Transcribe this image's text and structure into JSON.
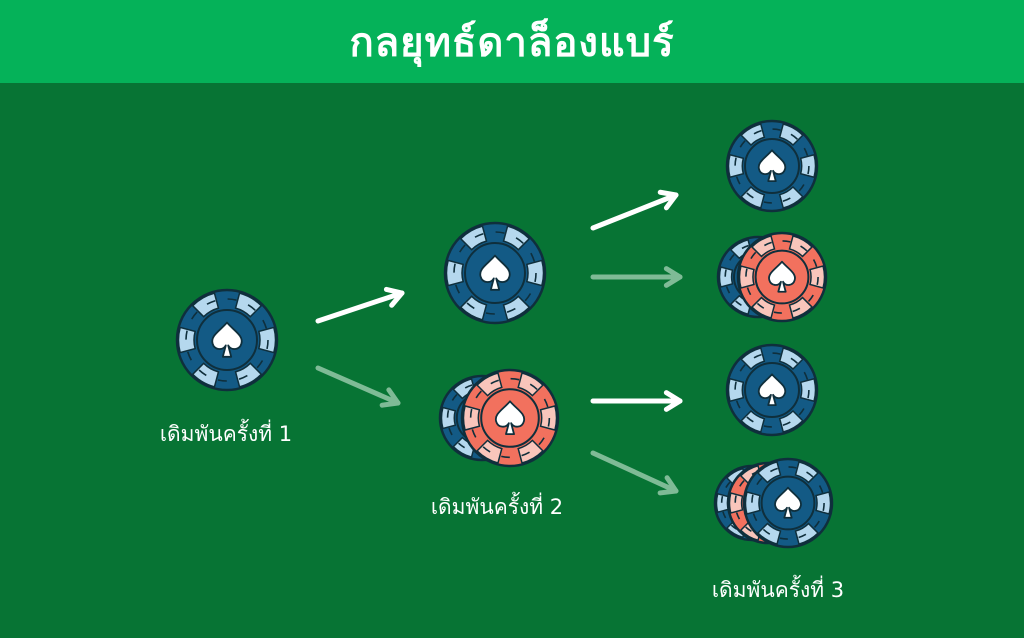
{
  "title": "กลยุทธ์ดาล็องแบร์",
  "colors": {
    "header_bg": "#05b259",
    "table_bg": "#077434",
    "chip_blue": "#135a85",
    "chip_blue_light": "#b5d8ee",
    "chip_red": "#f2715e",
    "chip_red_light": "#f9c5bb",
    "arrow_bright": "#ffffff",
    "arrow_faded": "#7fbb96"
  },
  "icons": [
    "poker-chip-icon",
    "spade-icon",
    "arrow-icon"
  ],
  "rounds": [
    {
      "label": "เดิมพันครั้งที่ 1"
    },
    {
      "label": "เดิมพันครั้งที่ 2"
    },
    {
      "label": "เดิมพันครั้งที่ 3"
    }
  ]
}
